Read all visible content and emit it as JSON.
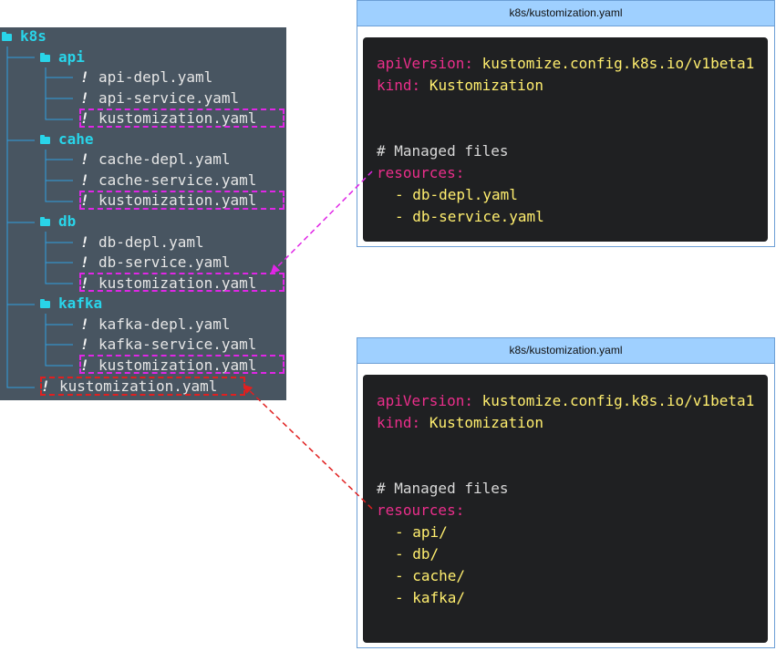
{
  "tree": {
    "root": "k8s",
    "folders": [
      {
        "name": "api",
        "files": [
          "api-depl.yaml",
          "api-service.yaml",
          "kustomization.yaml"
        ]
      },
      {
        "name": "cahe",
        "files": [
          "cache-depl.yaml",
          "cache-service.yaml",
          "kustomization.yaml"
        ]
      },
      {
        "name": "db",
        "files": [
          "db-depl.yaml",
          "db-service.yaml",
          "kustomization.yaml"
        ]
      },
      {
        "name": "kafka",
        "files": [
          "kafka-depl.yaml",
          "kafka-service.yaml",
          "kustomization.yaml"
        ]
      }
    ],
    "root_file": "kustomization.yaml",
    "file_glyph": "!"
  },
  "cards": [
    {
      "title": "k8s/kustomization.yaml",
      "apiVersion_key": "apiVersion:",
      "apiVersion_value": "kustomize.config.k8s.io/v1beta1",
      "kind_key": "kind:",
      "kind_value": "Kustomization",
      "comment": "# Managed files",
      "resources_key": "resources:",
      "resources": [
        "- db-depl.yaml",
        "- db-service.yaml"
      ]
    },
    {
      "title": "k8s/kustomization.yaml",
      "apiVersion_key": "apiVersion:",
      "apiVersion_value": "kustomize.config.k8s.io/v1beta1",
      "kind_key": "kind:",
      "kind_value": "Kustomization",
      "comment": "# Managed files",
      "resources_key": "resources:",
      "resources": [
        "- api/",
        "- db/",
        "- cache/",
        "- kafka/"
      ]
    }
  ],
  "colors": {
    "tree_bg": "#485561",
    "folder": "#29d4e9",
    "tree_line": "#2f9fe0",
    "key": "#ea2e8b",
    "value": "#ffee6e",
    "highlight_magenta": "#e026e6",
    "highlight_red": "#e02020",
    "card_header": "#9fd0ff",
    "code_bg": "#1f2022"
  }
}
